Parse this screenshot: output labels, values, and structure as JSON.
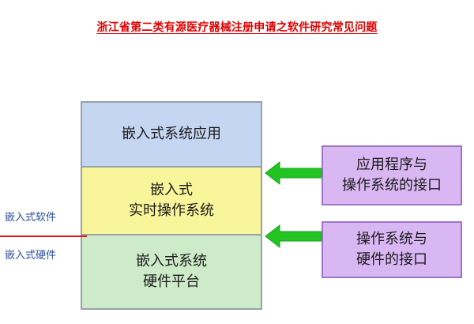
{
  "title": "浙江省第二类有源医疗器械注册申请之软件研究常见问题",
  "layers": {
    "app": {
      "lines": [
        "嵌入式系统应用"
      ]
    },
    "os": {
      "lines": [
        "嵌入式",
        "实时操作系统"
      ]
    },
    "hw": {
      "lines": [
        "嵌入式系统",
        "硬件平台"
      ]
    }
  },
  "interfaces": {
    "api": {
      "lines": [
        "应用程序与",
        "操作系统的接口"
      ]
    },
    "hal": {
      "lines": [
        "操作系统与",
        "硬件的接口"
      ]
    }
  },
  "side_labels": {
    "software": "嵌入式软件",
    "hardware": "嵌入式硬件"
  },
  "colors": {
    "title": "#e00000",
    "app_layer": "#c5d6f2",
    "os_layer": "#f9f59a",
    "hw_layer": "#cdeac9",
    "interface_box": "#d9b7f3",
    "arrow": "#22c422",
    "divider": "#e01b1b",
    "side_label": "#2a4d9a"
  }
}
